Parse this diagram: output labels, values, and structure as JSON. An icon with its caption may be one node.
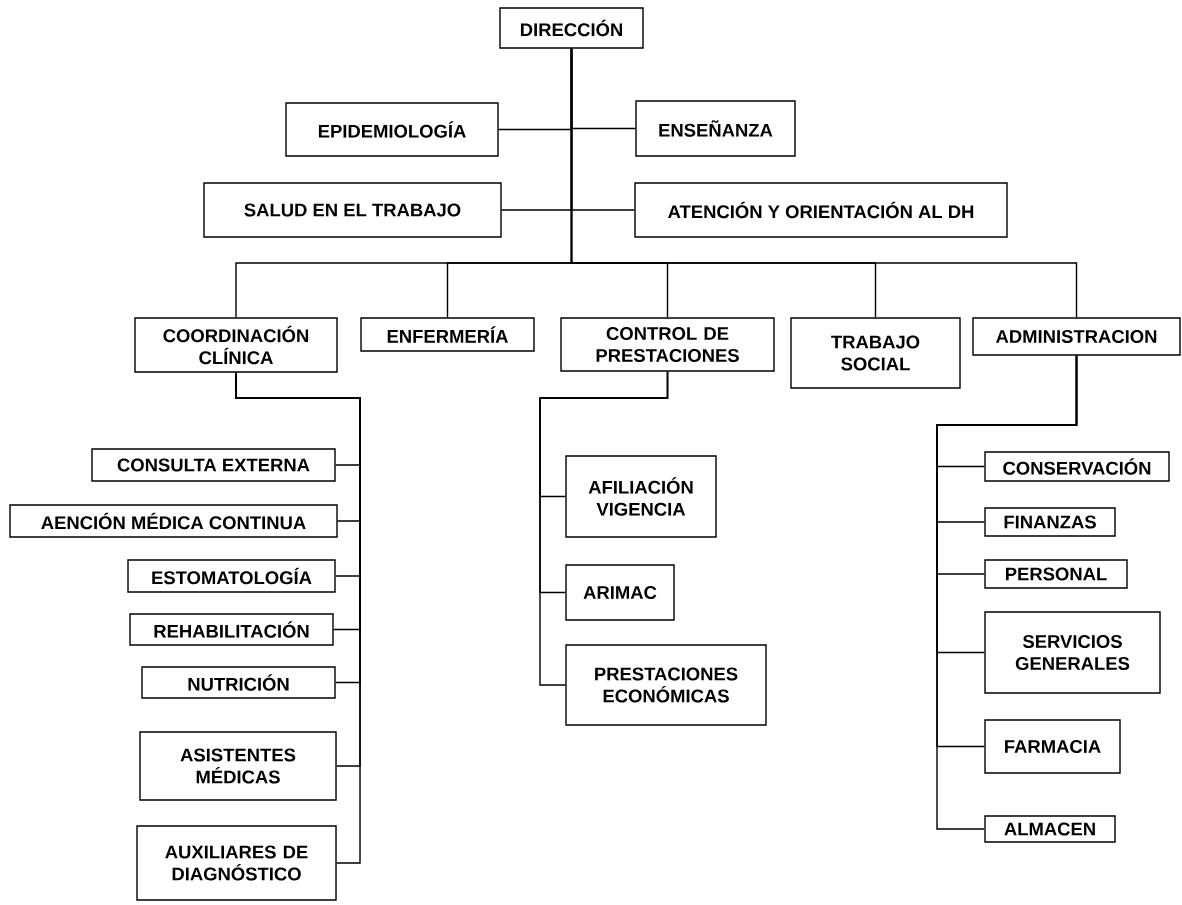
{
  "diagram": {
    "nodes": [
      {
        "text": [
          "DIRECCIÓN"
        ]
      },
      {
        "text": [
          "EPIDEMIOLOGÍA"
        ]
      },
      {
        "text": [
          "ENSEÑANZA"
        ]
      },
      {
        "text": [
          "SALUD EN EL TRABAJO"
        ]
      },
      {
        "text": [
          "ATENCIÓN Y ORIENTACIÓN AL DH"
        ]
      },
      {
        "text": [
          "COORDINACIÓN CLÍNICA"
        ]
      },
      {
        "text": [
          "ENFERMERÍA"
        ]
      },
      {
        "text": [
          "CONTROL DE PRESTACIONES"
        ]
      },
      {
        "text": [
          "TRABAJO SOCIAL"
        ]
      },
      {
        "text": [
          "ADMINISTRACION"
        ]
      },
      {
        "text": [
          "CONSULTA EXTERNA"
        ]
      },
      {
        "text": [
          "AENCIÓN MÉDICA CONTINUA"
        ]
      },
      {
        "text": [
          "ESTOMATOLOGÍA"
        ]
      },
      {
        "text": [
          "REHABILITACIÓN"
        ]
      },
      {
        "text": [
          "NUTRICIÓN"
        ]
      },
      {
        "text": [
          "ASISTENTES MÉDICAS"
        ]
      },
      {
        "text": [
          "AUXILIARES DE DIAGNÓSTICO"
        ]
      },
      {
        "text": [
          "AFILIACIÓN VIGENCIA"
        ]
      },
      {
        "text": [
          "ARIMAC"
        ]
      },
      {
        "text": [
          "PRESTACIONES ECONÓMICAS"
        ]
      },
      {
        "text": [
          "CONSERVACIÓN"
        ]
      },
      {
        "text": [
          "FINANZAS"
        ]
      },
      {
        "text": [
          "PERSONAL"
        ]
      },
      {
        "text": [
          "SERVICIOS GENERALES"
        ]
      },
      {
        "text": [
          "FARMACIA"
        ]
      },
      {
        "text": [
          "ALMACEN"
        ]
      }
    ],
    "edges": [
      {
        "from": 0,
        "to": 1,
        "arrow": "none"
      },
      {
        "from": 0,
        "to": 2,
        "arrow": "none"
      },
      {
        "from": 0,
        "to": 3,
        "arrow": "none"
      },
      {
        "from": 0,
        "to": 4,
        "arrow": "none"
      },
      {
        "from": 0,
        "to": 5,
        "arrow": "none"
      },
      {
        "from": 0,
        "to": 6,
        "arrow": "none"
      },
      {
        "from": 0,
        "to": 7,
        "arrow": "none"
      },
      {
        "from": 0,
        "to": 8,
        "arrow": "none"
      },
      {
        "from": 0,
        "to": 9,
        "arrow": "none"
      },
      {
        "from": 5,
        "to": 10,
        "arrow": "none"
      },
      {
        "from": 5,
        "to": 11,
        "arrow": "none"
      },
      {
        "from": 5,
        "to": 12,
        "arrow": "none"
      },
      {
        "from": 5,
        "to": 13,
        "arrow": "none"
      },
      {
        "from": 5,
        "to": 14,
        "arrow": "none"
      },
      {
        "from": 5,
        "to": 15,
        "arrow": "none"
      },
      {
        "from": 5,
        "to": 16,
        "arrow": "none"
      },
      {
        "from": 7,
        "to": 17,
        "arrow": "none"
      },
      {
        "from": 7,
        "to": 18,
        "arrow": "none"
      },
      {
        "from": 7,
        "to": 19,
        "arrow": "none"
      },
      {
        "from": 9,
        "to": 20,
        "arrow": "none"
      },
      {
        "from": 9,
        "to": 21,
        "arrow": "none"
      },
      {
        "from": 9,
        "to": 22,
        "arrow": "none"
      },
      {
        "from": 9,
        "to": 23,
        "arrow": "none"
      },
      {
        "from": 9,
        "to": 24,
        "arrow": "none"
      },
      {
        "from": 9,
        "to": 25,
        "arrow": "none"
      }
    ]
  }
}
